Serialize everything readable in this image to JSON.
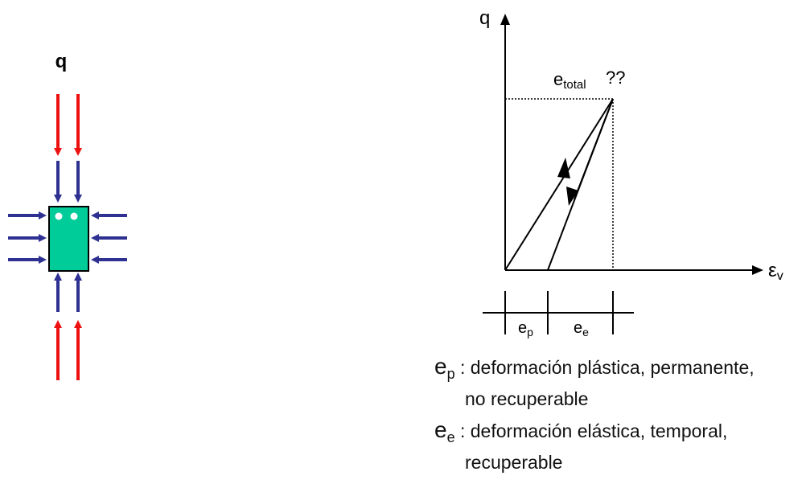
{
  "element_diagram": {
    "load_label": "q",
    "colors": {
      "load_arrow": "#ee1111",
      "pressure_arrow": "#2e3192",
      "element_fill": "#00cc99",
      "element_border": "#000000",
      "pore": "#ffffff"
    }
  },
  "graph": {
    "y_axis_label": "q",
    "x_axis_symbol": "ε",
    "x_axis_subscript": "v",
    "peak_symbol": "e",
    "peak_subscript": "total",
    "peak_question": "??",
    "bracket": {
      "plastic_symbol": "e",
      "plastic_subscript": "p",
      "elastic_symbol": "e",
      "elastic_subscript": "e"
    }
  },
  "legend": [
    {
      "symbol": "e",
      "subscript": "p",
      "text": ": deformación plástica, permanente,",
      "continuation": "no recuperable"
    },
    {
      "symbol": "e",
      "subscript": "e",
      "text": ": deformación elástica, temporal,",
      "continuation": "recuperable"
    }
  ]
}
